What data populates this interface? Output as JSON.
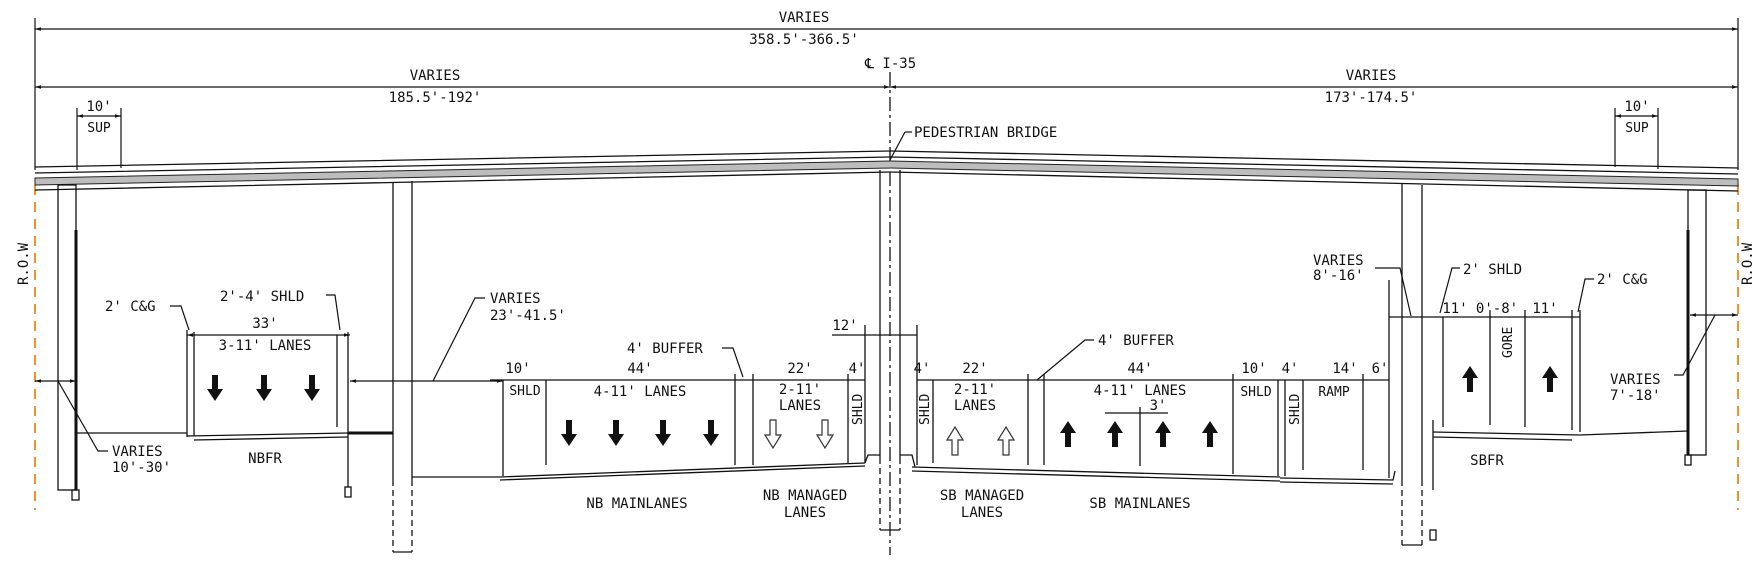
{
  "colors": {
    "row_line": "#f0932b",
    "ink": "#111111"
  },
  "overall": {
    "label": "VARIES",
    "value": "358.5'-366.5'"
  },
  "left_half": {
    "label": "VARIES",
    "value": "185.5'-192'"
  },
  "right_half": {
    "label": "VARIES",
    "value": "173'-174.5'"
  },
  "centerline": "℄ I-35",
  "pedestrian_bridge": "PEDESTRIAN BRIDGE",
  "sup_left": {
    "width": "10'",
    "label": "SUP"
  },
  "sup_right": {
    "width": "10'",
    "label": "SUP"
  },
  "row_left": "R.O.W",
  "row_right": "R.O.W",
  "nbfr": {
    "cg": "2' C&G",
    "shld": "2'-4' SHLD",
    "width": "33'",
    "lanes": "3-11' LANES",
    "name": "NBFR",
    "offset_label": "VARIES",
    "offset_value": "10'-30'"
  },
  "median_gap": {
    "label": "VARIES",
    "value": "23'-41.5'"
  },
  "nb": {
    "shld_width": "10'",
    "shld": "SHLD",
    "main_width": "44'",
    "main_lanes": "4-11' LANES",
    "buffer": "4' BUFFER",
    "managed_width": "22'",
    "managed_lanes_1": "2-11'",
    "managed_lanes_2": "LANES",
    "inner_shld_width": "4'",
    "inner_shld": "SHLD",
    "mainlanes_name": "NB MAINLANES",
    "managed_name_1": "NB MANAGED",
    "managed_name_2": "LANES"
  },
  "median_width": "12'",
  "sb": {
    "inner_shld_width": "4'",
    "inner_shld": "SHLD",
    "managed_width": "22'",
    "managed_lanes_1": "2-11'",
    "managed_lanes_2": "LANES",
    "buffer": "4' BUFFER",
    "main_width": "44'",
    "main_lanes": "4-11' LANES",
    "lane_gap": "3'",
    "shld_width": "10'",
    "shld": "SHLD",
    "ramp_shld_width": "4'",
    "ramp_shld": "SHLD",
    "ramp_width": "14'",
    "ramp": "RAMP",
    "ramp_outer": "6'",
    "managed_name_1": "SB MANAGED",
    "managed_name_2": "LANES",
    "mainlanes_name": "SB MAINLANES"
  },
  "sbfr": {
    "gap_label": "VARIES",
    "gap_value": "8'-16'",
    "shld": "2' SHLD",
    "cg": "2' C&G",
    "lane1": "11'",
    "gore_width": "0'-8'",
    "lane2": "11'",
    "gore": "GORE",
    "name": "SBFR",
    "offset_label": "VARIES",
    "offset_value": "7'-18'"
  }
}
